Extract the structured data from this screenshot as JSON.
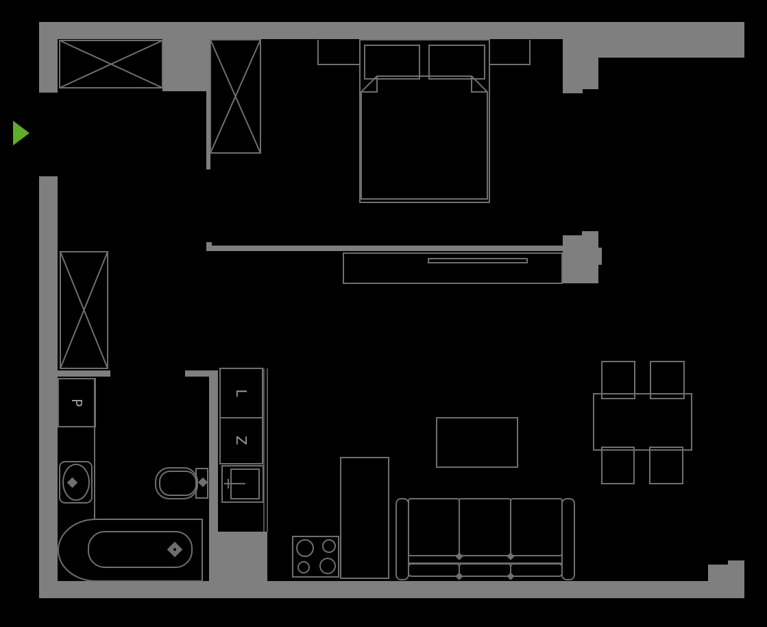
{
  "plan": {
    "type": "apartment-floor-plan",
    "labels": {
      "washing_machine": "P",
      "kitchen_tall_unit": "L",
      "kitchen_lower_unit": "Z"
    },
    "colors": {
      "background": "#000000",
      "wall": "#7f7f7f",
      "line": "#6f6f6f",
      "label": "#9b9b9b",
      "entrance": "#5fae27"
    }
  }
}
